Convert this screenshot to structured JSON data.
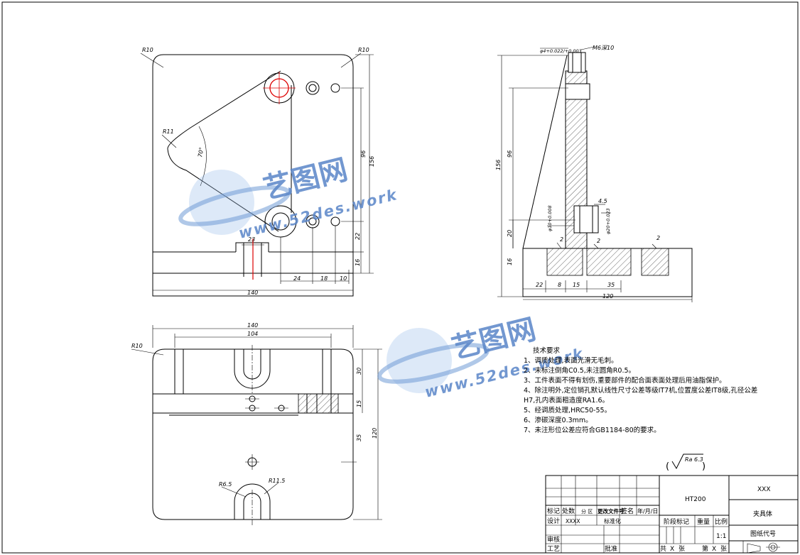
{
  "front_view": {
    "corner_radius_left": "R10",
    "corner_radius_right": "R10",
    "arc_radius": "R11",
    "angle": "70°",
    "slot_width": "23",
    "width_total": "140",
    "dim_24": "24",
    "dim_18": "18",
    "dim_10": "10",
    "height_156": "156",
    "height_96": "96",
    "height_22": "22",
    "height_16": "16"
  },
  "side_view": {
    "fit_top": "φ4+0.022/+0.003",
    "thread": "M6深10",
    "height_156": "156",
    "height_96": "96",
    "height_20": "20",
    "height_16": "16",
    "dim_4_5": "4.5",
    "fit_mid_left": "φ10+0.008",
    "fit_mid_right": "φ20+0.023",
    "mark_2a": "2",
    "mark_2b": "2",
    "mark_2c": "2",
    "dim_22": "22",
    "dim_8": "8",
    "dim_15": "15",
    "dim_35": "35",
    "dim_120": "120"
  },
  "top_view": {
    "corner_radius": "R10",
    "width_140": "140",
    "width_104": "104",
    "dim_30": "30",
    "dim_15": "15",
    "dim_35": "35",
    "dim_120": "120",
    "radius_small": "R6.5",
    "radius_large": "R11.5"
  },
  "tech_requirements": {
    "title": "技术要求",
    "items": [
      "1、调质处理,表面光滑无毛刺。",
      "2、未标注倒角C0.5,未注圆角R0.5。",
      "3、工件表面不得有划伤,重要部件的配合面表面处理后用油脂保护。",
      "4、除注明外,定位销孔默认线性尺寸公差等级IT7机,位置度公差IT8级,孔径公差",
      "H7,孔内表面粗造度RA1.6。",
      "5、经调质处理,HRC50-55。",
      "6、渗碳深度0.3mm。",
      "7、未注形位公差应符合GB1184-80的要求。"
    ]
  },
  "roughness": "Ra 6.3",
  "title_block": {
    "material": "HT200",
    "company": "XXX",
    "part_name": "夹具体",
    "drawing_no_label": "图纸代号",
    "labels": {
      "mark": "标记",
      "count": "处数",
      "zone": "分 区",
      "doc_no": "更改文件号",
      "sign": "签名",
      "date": "年/月/日",
      "design": "设计",
      "designer": "XXXX",
      "standard": "标准化",
      "stage": "阶段标记",
      "weight": "重量",
      "scale": "比例",
      "scale_value": "1:1",
      "review": "审核",
      "process": "工艺",
      "approve": "批准",
      "total": "共",
      "sheet_unit": "张",
      "sheet_no": "第",
      "x1": "X",
      "x2": "X",
      "sheet_unit2": "张"
    }
  },
  "watermark": {
    "brand": "艺图网",
    "url": "www.52des.work"
  }
}
